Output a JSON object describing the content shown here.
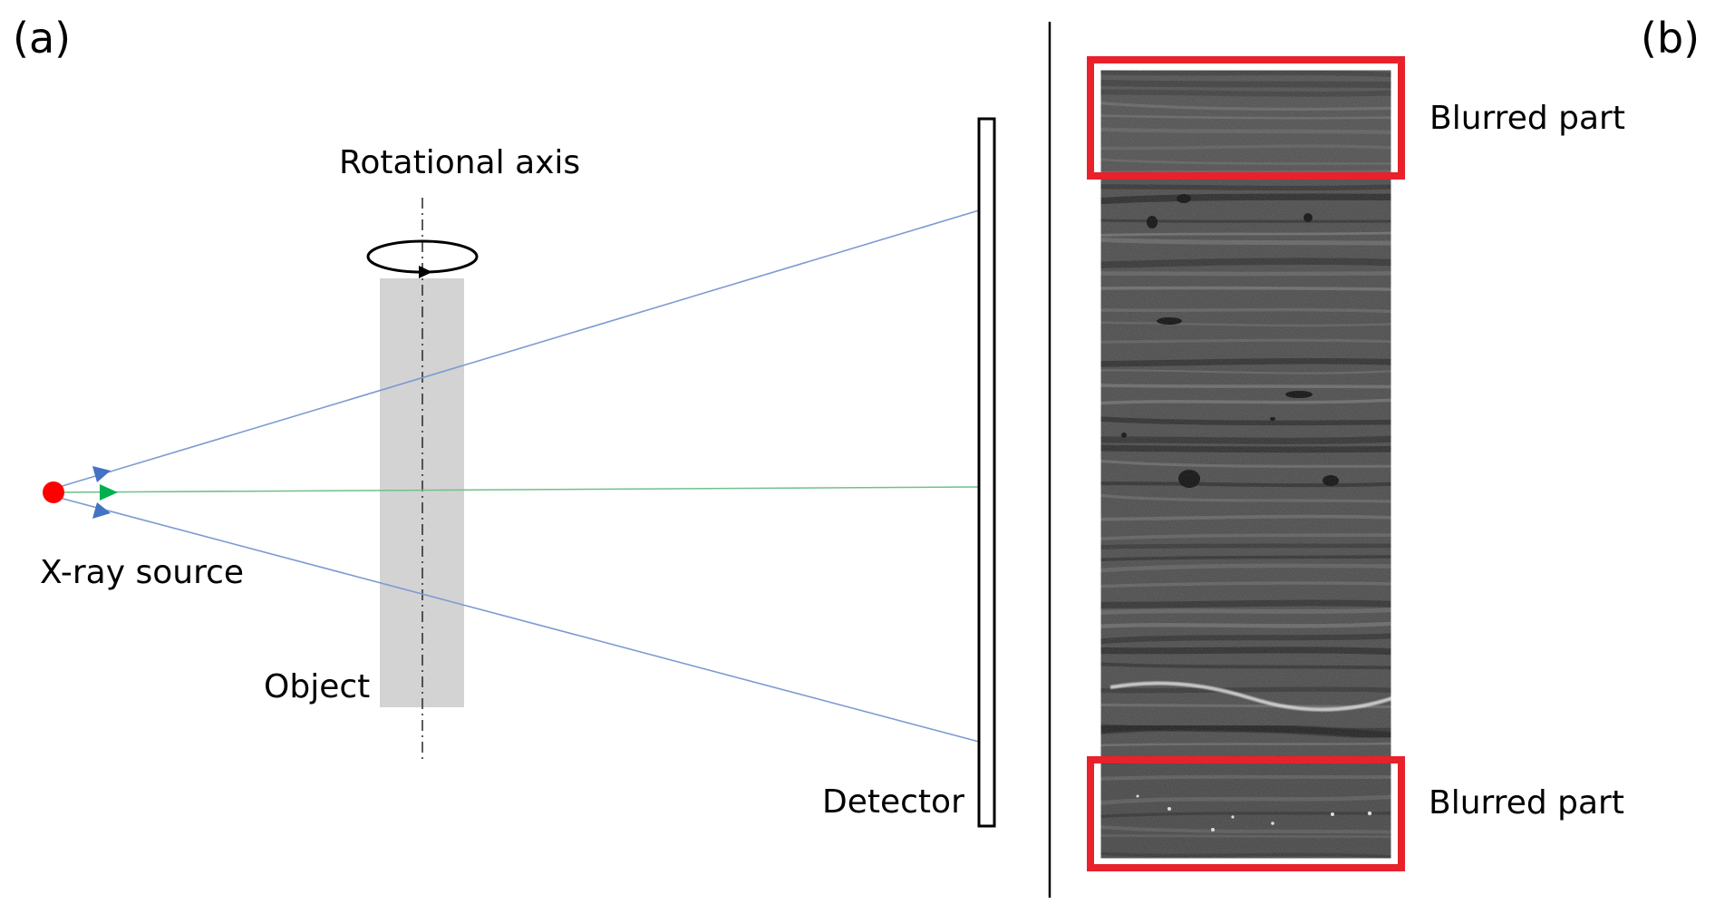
{
  "panel_a": {
    "label": "(a)",
    "source_label": "X-ray source",
    "axis_label": "Rotational axis",
    "object_label": "Object",
    "detector_label": "Detector",
    "colors": {
      "source": "#ff0000",
      "outer_ray": "#7f9ad2",
      "outer_arrow": "#4472c4",
      "central_ray": "#70c08a",
      "central_arrow": "#00b050",
      "object": "#d3d3d3"
    }
  },
  "panel_b": {
    "label": "(b)",
    "blurred_top_label": "Blurred part",
    "blurred_bottom_label": "Blurred part",
    "colors": {
      "highlight_box": "#e8212b",
      "sample_background": "#4a4a4a"
    }
  }
}
